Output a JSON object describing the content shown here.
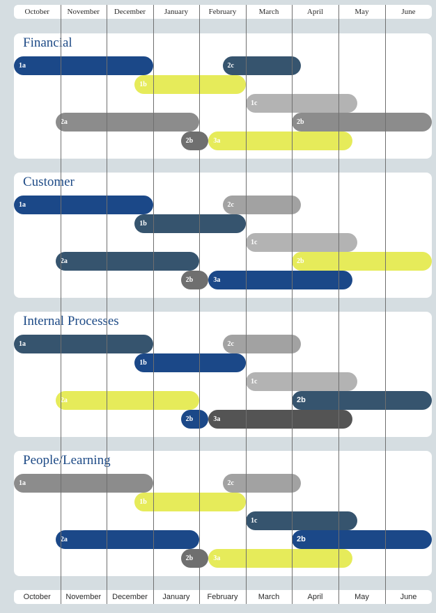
{
  "colors": {
    "navy": "#1b4888",
    "slate": "#36546e",
    "yellow": "#e6eb5a",
    "gray_light": "#b3b3b3",
    "gray_mid": "#a2a2a2",
    "gray": "#8c8c8c",
    "gray_dark": "#6f6f6f",
    "charcoal": "#545454",
    "title": "#1d4a86"
  },
  "months": [
    "October",
    "November",
    "December",
    "January",
    "February",
    "March",
    "April",
    "May",
    "June"
  ],
  "chart_data": {
    "type": "gantt",
    "months": [
      "October",
      "November",
      "December",
      "January",
      "February",
      "March",
      "April",
      "May",
      "June"
    ],
    "panels": [
      {
        "title": "Financial",
        "bars": [
          {
            "label": "1a",
            "start": 0.0,
            "end": 3.0,
            "row": 0,
            "color": "navy"
          },
          {
            "label": "2c",
            "start": 4.5,
            "end": 6.2,
            "row": 0,
            "color": "slate"
          },
          {
            "label": "1b",
            "start": 2.6,
            "end": 5.0,
            "row": 1,
            "color": "yellow"
          },
          {
            "label": "1c",
            "start": 5.0,
            "end": 7.4,
            "row": 2,
            "color": "gray_light"
          },
          {
            "label": "2a",
            "start": 0.9,
            "end": 4.0,
            "row": 3,
            "color": "gray"
          },
          {
            "label": "2b",
            "start": 6.0,
            "end": 9.0,
            "row": 3,
            "color": "gray"
          },
          {
            "label": "2b",
            "start": 3.6,
            "end": 4.2,
            "row": 4,
            "color": "gray_dark"
          },
          {
            "label": "3a",
            "start": 4.2,
            "end": 7.3,
            "row": 4,
            "color": "yellow"
          }
        ]
      },
      {
        "title": "Customer",
        "bars": [
          {
            "label": "1a",
            "start": 0.0,
            "end": 3.0,
            "row": 0,
            "color": "navy"
          },
          {
            "label": "2c",
            "start": 4.5,
            "end": 6.2,
            "row": 0,
            "color": "gray_mid"
          },
          {
            "label": "1b",
            "start": 2.6,
            "end": 5.0,
            "row": 1,
            "color": "slate"
          },
          {
            "label": "1c",
            "start": 5.0,
            "end": 7.4,
            "row": 2,
            "color": "gray_light"
          },
          {
            "label": "2a",
            "start": 0.9,
            "end": 4.0,
            "row": 3,
            "color": "slate"
          },
          {
            "label": "2b",
            "start": 6.0,
            "end": 9.0,
            "row": 3,
            "color": "yellow"
          },
          {
            "label": "2b",
            "start": 3.6,
            "end": 4.2,
            "row": 4,
            "color": "gray_dark"
          },
          {
            "label": "3a",
            "start": 4.2,
            "end": 7.3,
            "row": 4,
            "color": "navy"
          }
        ]
      },
      {
        "title": "Internal Processes",
        "bars": [
          {
            "label": "1a",
            "start": 0.0,
            "end": 3.0,
            "row": 0,
            "color": "slate"
          },
          {
            "label": "2c",
            "start": 4.5,
            "end": 6.2,
            "row": 0,
            "color": "gray_mid"
          },
          {
            "label": "1b",
            "start": 2.6,
            "end": 5.0,
            "row": 1,
            "color": "navy"
          },
          {
            "label": "1c",
            "start": 5.0,
            "end": 7.4,
            "row": 2,
            "color": "gray_light"
          },
          {
            "label": "2a",
            "start": 0.9,
            "end": 4.0,
            "row": 3,
            "color": "yellow"
          },
          {
            "label": "2b",
            "start": 6.0,
            "end": 9.0,
            "row": 3,
            "color": "slate",
            "sans": true
          },
          {
            "label": "2b",
            "start": 3.6,
            "end": 4.2,
            "row": 4,
            "color": "navy"
          },
          {
            "label": "3a",
            "start": 4.2,
            "end": 7.3,
            "row": 4,
            "color": "charcoal"
          }
        ]
      },
      {
        "title": "People/Learning",
        "bars": [
          {
            "label": "1a",
            "start": 0.0,
            "end": 3.0,
            "row": 0,
            "color": "gray"
          },
          {
            "label": "2c",
            "start": 4.5,
            "end": 6.2,
            "row": 0,
            "color": "gray_mid"
          },
          {
            "label": "1b",
            "start": 2.6,
            "end": 5.0,
            "row": 1,
            "color": "yellow"
          },
          {
            "label": "1c",
            "start": 5.0,
            "end": 7.4,
            "row": 2,
            "color": "slate"
          },
          {
            "label": "2a",
            "start": 0.9,
            "end": 4.0,
            "row": 3,
            "color": "navy"
          },
          {
            "label": "2b",
            "start": 6.0,
            "end": 9.0,
            "row": 3,
            "color": "navy",
            "sans": true
          },
          {
            "label": "2b",
            "start": 3.6,
            "end": 4.2,
            "row": 4,
            "color": "gray_dark"
          },
          {
            "label": "3a",
            "start": 4.2,
            "end": 7.3,
            "row": 4,
            "color": "yellow"
          }
        ]
      }
    ]
  }
}
